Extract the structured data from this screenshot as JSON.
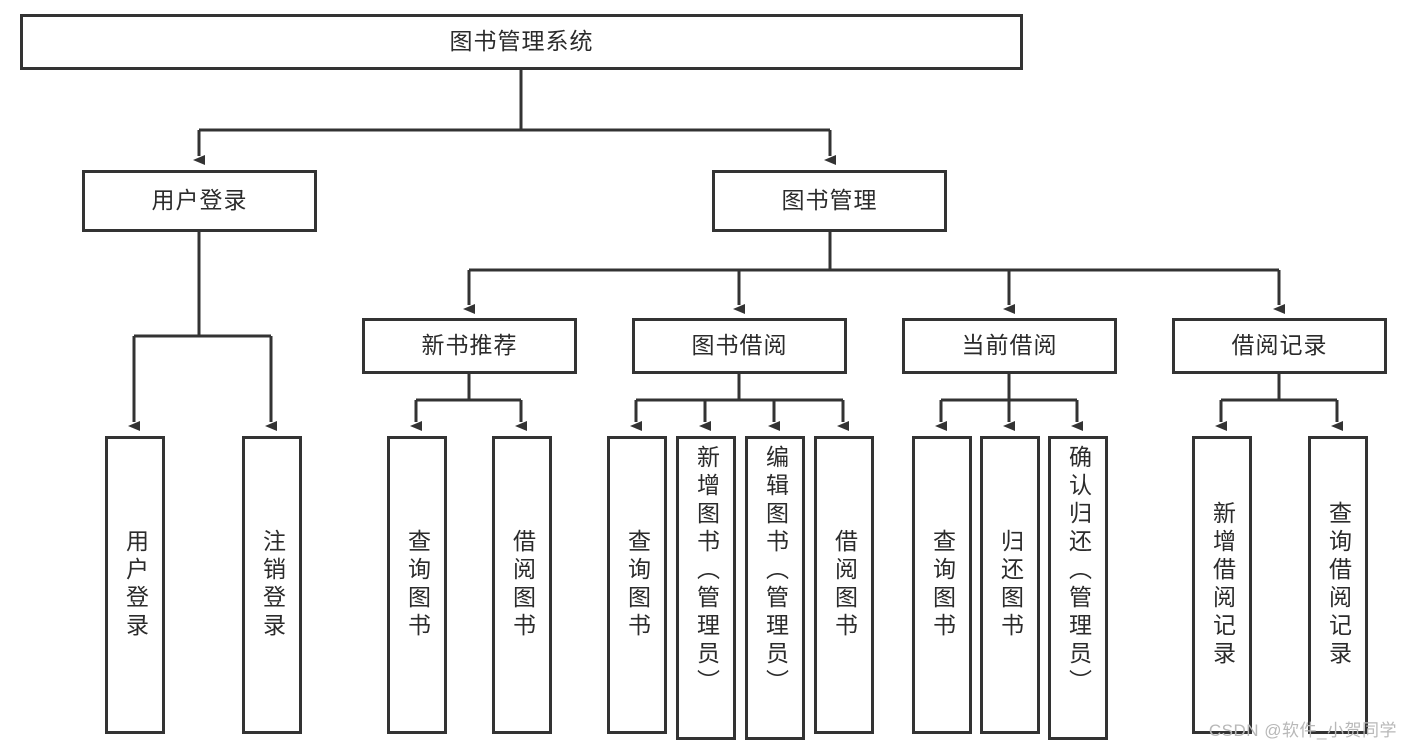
{
  "diagram": {
    "title": "图书管理系统",
    "watermark": "CSDN @软件_小贺同学",
    "colors": {
      "border": "#333333",
      "text": "#2b2b2b",
      "background": "#ffffff",
      "watermark": "#b8b8b8"
    },
    "levels": {
      "root": {
        "label": "图书管理系统"
      },
      "level2": [
        {
          "label": "用户登录"
        },
        {
          "label": "图书管理"
        }
      ],
      "level3": [
        {
          "label": "新书推荐"
        },
        {
          "label": "图书借阅"
        },
        {
          "label": "当前借阅"
        },
        {
          "label": "借阅记录"
        }
      ],
      "leaves": [
        {
          "label": "用户登录",
          "parent": "用户登录"
        },
        {
          "label": "注销登录",
          "parent": "用户登录"
        },
        {
          "label": "查询图书",
          "parent": "新书推荐"
        },
        {
          "label": "借阅图书",
          "parent": "新书推荐"
        },
        {
          "label": "查询图书",
          "parent": "图书借阅"
        },
        {
          "label": "新增图书（管理员）",
          "parent": "图书借阅"
        },
        {
          "label": "编辑图书（管理员）",
          "parent": "图书借阅"
        },
        {
          "label": "借阅图书",
          "parent": "图书借阅"
        },
        {
          "label": "查询图书",
          "parent": "当前借阅"
        },
        {
          "label": "归还图书",
          "parent": "当前借阅"
        },
        {
          "label": "确认归还（管理员）",
          "parent": "当前借阅"
        },
        {
          "label": "新增借阅记录",
          "parent": "借阅记录"
        },
        {
          "label": "查询借阅记录",
          "parent": "借阅记录"
        }
      ]
    }
  }
}
